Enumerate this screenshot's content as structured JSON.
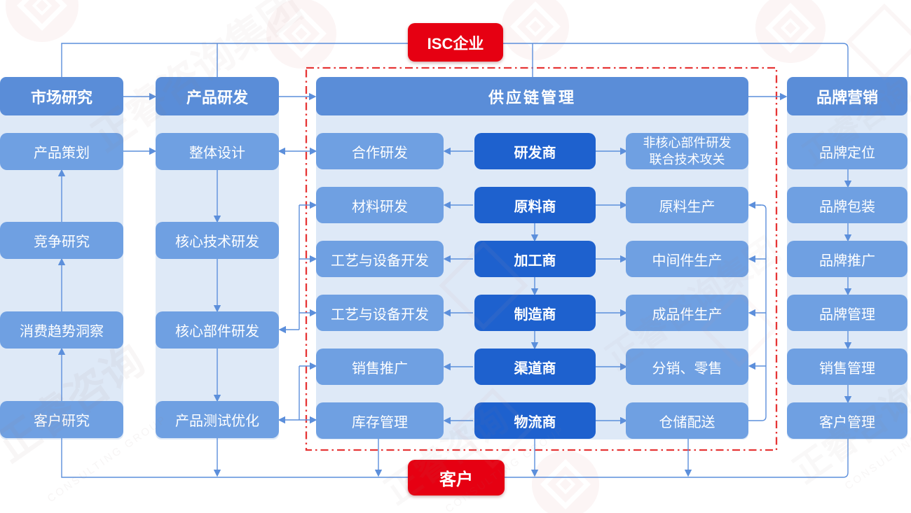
{
  "top_node": {
    "label": "ISC企业"
  },
  "bottom_node": {
    "label": "客户"
  },
  "columns": {
    "market": {
      "header": "市场研究",
      "items": [
        "产品策划",
        "竞争研究",
        "消费趋势洞察",
        "客户研究"
      ]
    },
    "rnd": {
      "header": "产品研发",
      "items": [
        "整体设计",
        "核心技术研发",
        "核心部件研发",
        "产品测试优化"
      ]
    },
    "supply": {
      "header": "供应链管理",
      "left": [
        "合作研发",
        "材料研发",
        "工艺与设备开发",
        "工艺与设备开发",
        "销售推广",
        "库存管理"
      ],
      "middle": [
        "研发商",
        "原料商",
        "加工商",
        "制造商",
        "渠道商",
        "物流商"
      ],
      "right": [
        "非核心部件研发\n联合技术攻关",
        "原料生产",
        "中间件生产",
        "成品件生产",
        "分销、零售",
        "仓储配送"
      ]
    },
    "brand": {
      "header": "品牌营销",
      "items": [
        "品牌定位",
        "品牌包装",
        "品牌推广",
        "品牌管理",
        "销售管理",
        "客户管理"
      ]
    }
  },
  "colors": {
    "header_blue": "#5A8DD8",
    "sub_blue": "#6FA0E2",
    "dark_blue": "#1E61CE",
    "panel_blue": "#DEE9F7",
    "line_blue": "#5C8FDB",
    "accent_red": "#E60012",
    "dashed_red": "#E63535"
  },
  "watermark": {
    "brand_full": "正睿咨询集团",
    "brand_short": "正睿咨询",
    "latin": "CONSULTING GROUP"
  }
}
